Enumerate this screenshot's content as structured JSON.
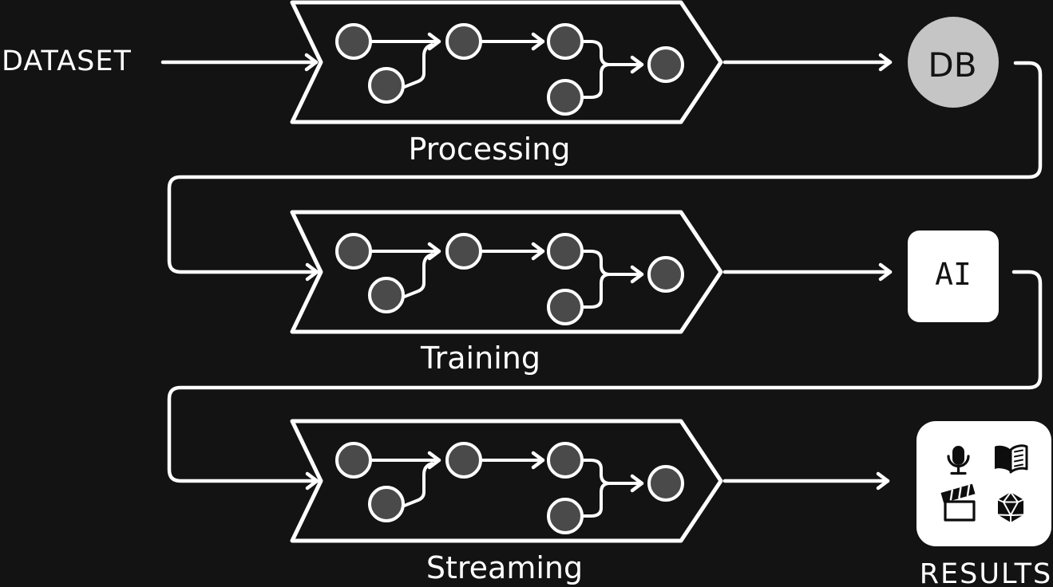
{
  "colors": {
    "background": "#131313",
    "line": "#ffffff",
    "node_fill": "#4a4a4a",
    "db_fill": "#c5c5c5",
    "panel_fill": "#ffffff",
    "icon_color": "#0d0d0d"
  },
  "input_label": "DATASET",
  "stages": [
    {
      "label": "Processing"
    },
    {
      "label": "Training"
    },
    {
      "label": "Streaming"
    }
  ],
  "outputs": {
    "db": {
      "label": "DB"
    },
    "ai": {
      "label": "AI"
    },
    "results": {
      "label": "RESULTS",
      "icons": [
        "microphone",
        "open-book",
        "clapperboard",
        "d20-die"
      ]
    }
  }
}
